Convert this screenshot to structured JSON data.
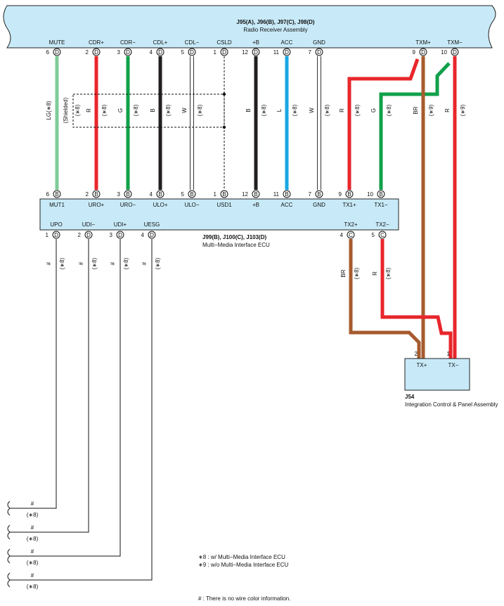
{
  "radio": {
    "title": "J95(A), J96(B), J97(C), J98(D)",
    "subtitle": "Radio Receiver Assembly",
    "fill": "#c8eaf8",
    "pins": [
      {
        "name": "MUTE",
        "num": "6",
        "conn": "D"
      },
      {
        "name": "CDR+",
        "num": "2",
        "conn": "D"
      },
      {
        "name": "CDR−",
        "num": "3",
        "conn": "D"
      },
      {
        "name": "CDL+",
        "num": "4",
        "conn": "D"
      },
      {
        "name": "CDL−",
        "num": "5",
        "conn": "D"
      },
      {
        "name": "CSLD",
        "num": "1",
        "conn": "D"
      },
      {
        "name": "+B",
        "num": "12",
        "conn": "D"
      },
      {
        "name": "ACC",
        "num": "11",
        "conn": "D"
      },
      {
        "name": "GND",
        "num": "7",
        "conn": "D"
      },
      {
        "name": "TXM+",
        "num": "9",
        "conn": "D"
      },
      {
        "name": "TXM−",
        "num": "10",
        "conn": "D"
      }
    ]
  },
  "ecu": {
    "title": "J99(B), J100(C), J103(D)",
    "subtitle": "Multi−Media Interface ECU",
    "fill": "#c8eaf8",
    "top_pins": [
      {
        "name": "MUT1",
        "num": "6",
        "conn": "B"
      },
      {
        "name": "URO+",
        "num": "2",
        "conn": "B"
      },
      {
        "name": "URO−",
        "num": "3",
        "conn": "B"
      },
      {
        "name": "ULO+",
        "num": "4",
        "conn": "B"
      },
      {
        "name": "ULO−",
        "num": "5",
        "conn": "B"
      },
      {
        "name": "USD1",
        "num": "1",
        "conn": "B"
      },
      {
        "name": "+B",
        "num": "12",
        "conn": "B"
      },
      {
        "name": "ACC",
        "num": "11",
        "conn": "B"
      },
      {
        "name": "GND",
        "num": "7",
        "conn": "B"
      },
      {
        "name": "TX1+",
        "num": "9",
        "conn": "B"
      },
      {
        "name": "TX1−",
        "num": "10",
        "conn": "B"
      }
    ],
    "bottom_pins": [
      {
        "name": "UPO",
        "num": "1",
        "conn": "D"
      },
      {
        "name": "UDI−",
        "num": "2",
        "conn": "D"
      },
      {
        "name": "UDI+",
        "num": "3",
        "conn": "D"
      },
      {
        "name": "UESG",
        "num": "4",
        "conn": "D"
      },
      {
        "name": "TX2+",
        "num": "4",
        "conn": "C"
      },
      {
        "name": "TX2−",
        "num": "5",
        "conn": "C"
      }
    ]
  },
  "panel": {
    "title": "J54",
    "subtitle": "Integration Control & Panel Assembly",
    "fill": "#c8eaf8",
    "pins": [
      {
        "name": "TX+",
        "num": "2"
      },
      {
        "name": "TX−",
        "num": "1"
      }
    ]
  },
  "wires_upper": [
    {
      "color_label": "LG",
      "option": "(∗8)",
      "combined": "LG(∗8)",
      "hex": "#7fcc99"
    },
    {
      "color_label": "R",
      "option": "(∗8)",
      "hex": "#e8262b"
    },
    {
      "color_label": "G",
      "option": "(∗8)",
      "hex": "#10a04a"
    },
    {
      "color_label": "B",
      "option": "(∗8)",
      "hex": "#231f20"
    },
    {
      "color_label": "W",
      "option": "(∗8)",
      "hex": "#ffffff"
    },
    {
      "color_label": "B",
      "option": "(∗8)",
      "hex": "#231f20"
    },
    {
      "color_label": "L",
      "option": "(∗8)",
      "hex": "#1aa7e4"
    },
    {
      "color_label": "W",
      "option": "(∗8)",
      "hex": "#ffffff"
    },
    {
      "color_label": "R",
      "option": "(∗8)",
      "hex": "#e8262b"
    },
    {
      "color_label": "G",
      "option": "(∗8)",
      "hex": "#10a04a"
    },
    {
      "color_label": "BR",
      "option": "(∗9)",
      "hex": "#a65b2e"
    },
    {
      "color_label": "R",
      "option": "(∗9)",
      "hex": "#e8262b"
    }
  ],
  "shield": {
    "label": "(Shielded)",
    "option": "(∗8)"
  },
  "wires_lower": [
    {
      "color_label": "#",
      "option": "(∗8)"
    },
    {
      "color_label": "#",
      "option": "(∗8)"
    },
    {
      "color_label": "#",
      "option": "(∗8)"
    },
    {
      "color_label": "#",
      "option": "(∗8)"
    },
    {
      "color_label": "BR",
      "option": "(∗8)",
      "hex": "#a65b2e"
    },
    {
      "color_label": "R",
      "option": "(∗8)",
      "hex": "#e8262b"
    }
  ],
  "offpage": [
    {
      "color_label": "#",
      "option": "(∗8)"
    },
    {
      "color_label": "#",
      "option": "(∗8)"
    },
    {
      "color_label": "#",
      "option": "(∗8)"
    },
    {
      "color_label": "#",
      "option": "(∗8)"
    }
  ],
  "notes": {
    "n8": "∗8 : w/ Multi−Media Interface ECU",
    "n9": "∗9 : w/o Multi−Media Interface ECU",
    "hash": "# : There is no wire color information."
  }
}
